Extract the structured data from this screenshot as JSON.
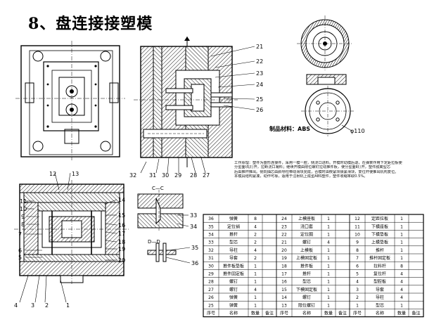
{
  "title": "8、盘连接接塑模",
  "material_note": "制品材料：ABS",
  "dimension_label": "φ110",
  "section_labels": {
    "c_c": "C—C",
    "d_d": "D—D"
  },
  "callouts": {
    "top_right": [
      "21",
      "22",
      "23",
      "24",
      "25",
      "26"
    ],
    "bottom_of_section": [
      "32",
      "31",
      "30",
      "29",
      "28",
      "27"
    ],
    "lower_top": [
      "12",
      "13"
    ],
    "lower_left": [
      "11",
      "10",
      "9",
      "8",
      "7",
      "6",
      "5",
      "4",
      "3",
      "2",
      "1"
    ],
    "lower_right": [
      "14",
      "15",
      "16",
      "17",
      "18",
      "19",
      "20"
    ],
    "section_c": [
      "33",
      "34"
    ],
    "section_d": [
      "35",
      "36"
    ]
  },
  "notes": [
    "工作原理：塑件为盘形连接件，采用一模一腔，侧浇口进料。开模时动模后退，在弹簧作用下定距拉板使",
    "分型面Ⅰ先打开，拉断浇口凝料；继续开模由限位螺钉拉动推件板，使分型面Ⅱ打开，塑件脱离型芯",
    "后由推杆推出。侧向抽芯由斜导柱带动滑块完成，合模时由楔紧块锁紧滑块，复位杆使推出机构复位。",
    "本模具结构紧凑，动作可靠，适用于注射机上成型ABS塑件，塑件收缩率取0.5%。"
  ],
  "bom": [
    [
      "36",
      "弹簧",
      "8",
      "",
      "24",
      "上模座板",
      "1",
      "",
      "12",
      "定距拉板",
      "1",
      ""
    ],
    [
      "35",
      "定位销",
      "4",
      "",
      "23",
      "浇口套",
      "1",
      "",
      "11",
      "下模座板",
      "1",
      ""
    ],
    [
      "34",
      "推杆",
      "2",
      "",
      "22",
      "定位圈",
      "1",
      "",
      "10",
      "下模垫板",
      "1",
      ""
    ],
    [
      "33",
      "型芯",
      "2",
      "",
      "21",
      "螺钉",
      "4",
      "",
      "9",
      "上模垫板",
      "1",
      ""
    ],
    [
      "32",
      "导柱",
      "4",
      "",
      "20",
      "上模板",
      "1",
      "",
      "8",
      "推杆",
      "1",
      ""
    ],
    [
      "31",
      "导套",
      "2",
      "",
      "19",
      "上模固定板",
      "1",
      "",
      "7",
      "推杆固定板",
      "1",
      ""
    ],
    [
      "30",
      "推件板垫板",
      "1",
      "",
      "18",
      "推件板",
      "1",
      "",
      "6",
      "拉料杆",
      "8",
      ""
    ],
    [
      "29",
      "推件固定板",
      "1",
      "",
      "17",
      "推杆",
      "1",
      "",
      "5",
      "复位杆",
      "4",
      ""
    ],
    [
      "28",
      "螺钉",
      "1",
      "",
      "16",
      "型芯",
      "1",
      "",
      "4",
      "型腔板",
      "4",
      ""
    ],
    [
      "27",
      "螺钉",
      "4",
      "",
      "15",
      "下模固定板",
      "1",
      "",
      "3",
      "导套",
      "4",
      ""
    ],
    [
      "26",
      "弹簧",
      "1",
      "",
      "14",
      "螺钉",
      "1",
      "",
      "2",
      "导柱",
      "4",
      ""
    ],
    [
      "25",
      "弹簧",
      "1",
      "",
      "13",
      "限位螺钉",
      "1",
      "",
      "1",
      "型芯",
      "1",
      ""
    ],
    [
      "序号",
      "名称",
      "数量",
      "备注",
      "序号",
      "名称",
      "数量",
      "备注",
      "序号",
      "名称",
      "数量",
      "备注"
    ]
  ]
}
